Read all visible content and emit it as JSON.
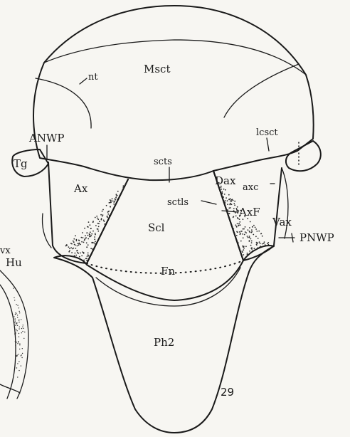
{
  "figure_number": "29",
  "labels": {
    "msct": "Msct",
    "nt": "nt",
    "anwp": "ANWP",
    "tg": "Tg",
    "lcsct": "lcsct",
    "scts": "scts",
    "ax": "Ax",
    "dax": "Dax",
    "axc": "axc",
    "sctls": "sctls",
    "axf": "AxF",
    "scl": "Scl",
    "vax": "Vax",
    "pnwp": "PNWP",
    "fn": "Fn",
    "ph2": "Ph2",
    "hu": "Hu",
    "vx": "vx"
  },
  "colors": {
    "ink": "#1a1a1a",
    "paper": "#f7f6f2"
  }
}
